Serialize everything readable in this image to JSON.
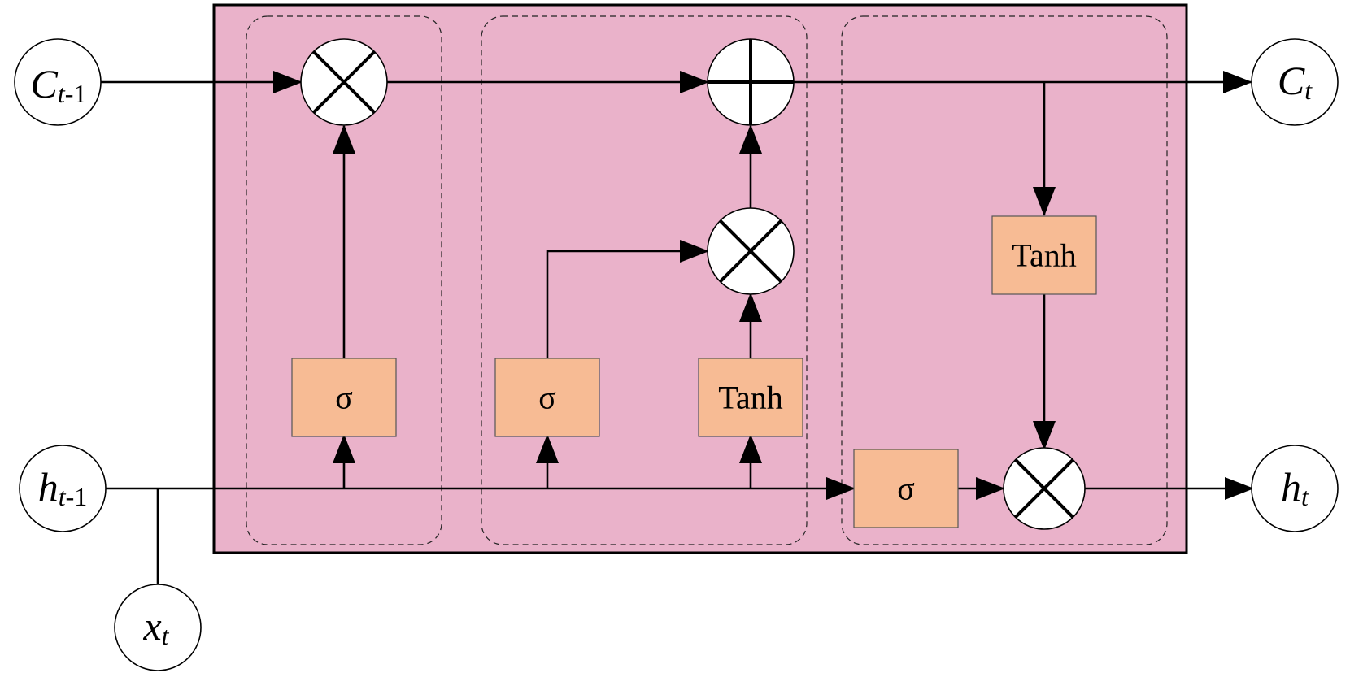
{
  "colors": {
    "cell_background": "#eab2ca",
    "activation_box": "#f7bb94",
    "node_fill": "#ffffff",
    "stroke": "#000000"
  },
  "inputs": {
    "c_prev": {
      "main": "C",
      "sub_italic": "t",
      "sub_plain": "-1"
    },
    "h_prev": {
      "main": "h",
      "sub_italic": "t",
      "sub_plain": "-1"
    },
    "x_t": {
      "main": "x",
      "sub_italic": "t",
      "sub_plain": ""
    }
  },
  "outputs": {
    "c_t": {
      "main": "C",
      "sub_italic": "t",
      "sub_plain": ""
    },
    "h_t": {
      "main": "h",
      "sub_italic": "t",
      "sub_plain": ""
    }
  },
  "boxes": {
    "forget_sigma": "σ",
    "input_sigma": "σ",
    "input_tanh": "Tanh",
    "output_tanh": "Tanh",
    "output_sigma": "σ"
  },
  "operators": {
    "multiply": "multiply-icon",
    "add": "plus-icon"
  }
}
